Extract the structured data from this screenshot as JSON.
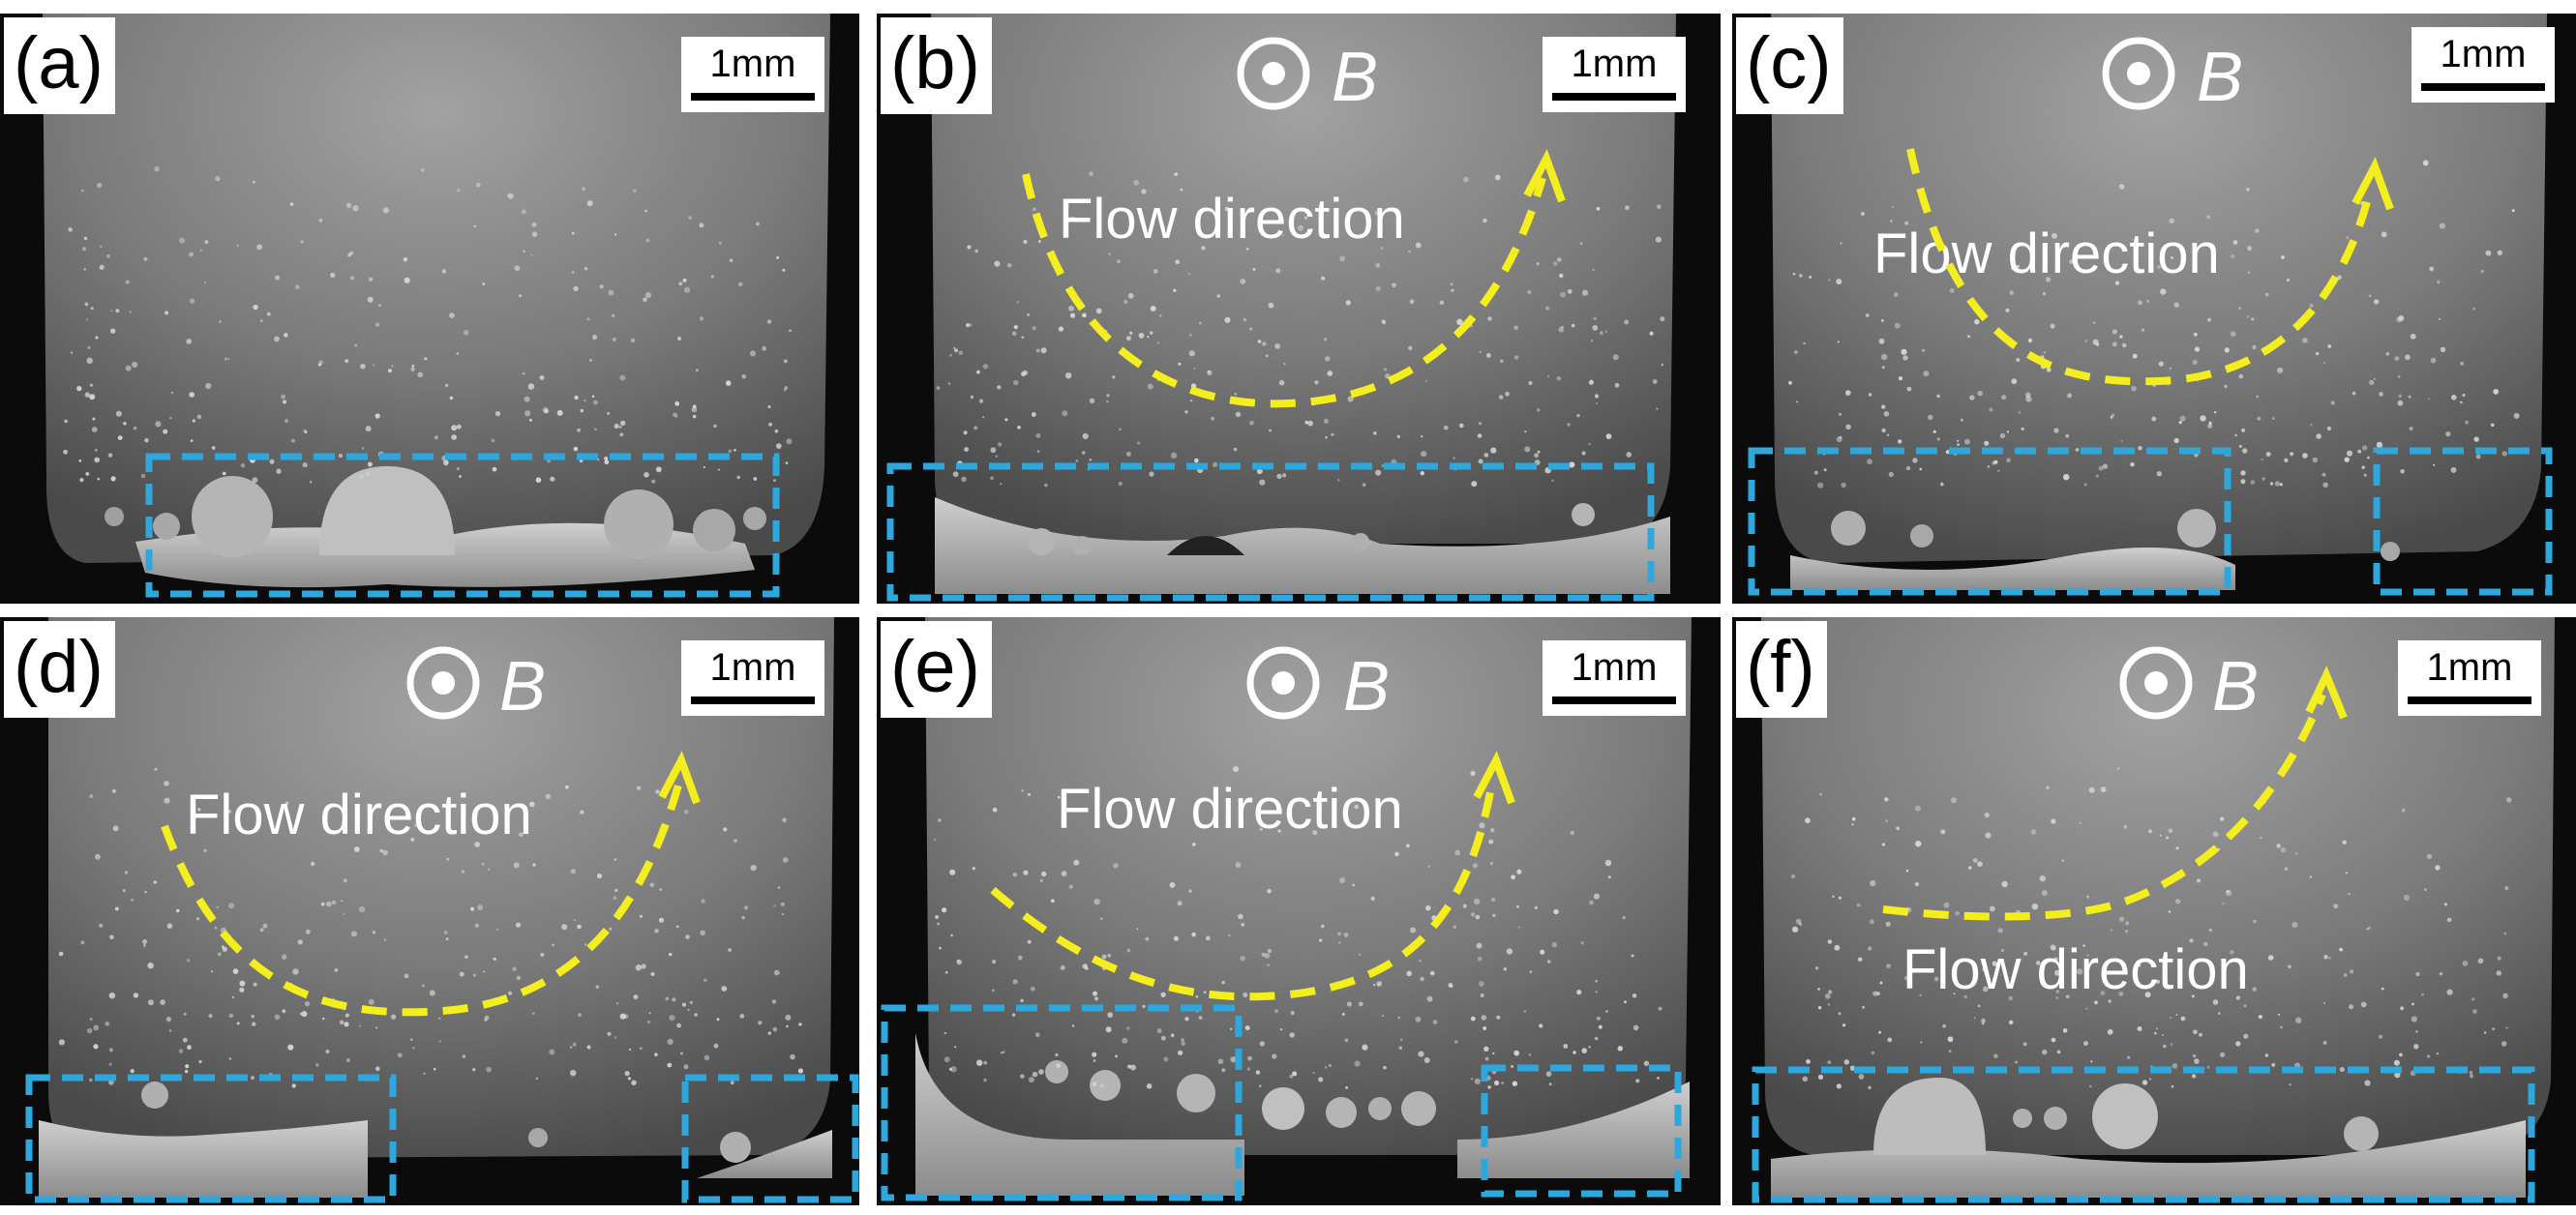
{
  "figure": {
    "scale_label": "1mm",
    "field_symbol": "B",
    "flow_text": "Flow direction",
    "colors": {
      "flow_arrow": "#f4ee1e",
      "region_box": "#2ea7dc",
      "label_bg": "#ffffff"
    },
    "field_icon": "magnetic-field-out-of-page-icon",
    "panels": [
      {
        "label": "(a)",
        "has_field": false,
        "has_flow": false,
        "arrow_shape": "none"
      },
      {
        "label": "(b)",
        "has_field": true,
        "has_flow": true,
        "arrow_shape": "u-curve"
      },
      {
        "label": "(c)",
        "has_field": true,
        "has_flow": true,
        "arrow_shape": "u-curve"
      },
      {
        "label": "(d)",
        "has_field": true,
        "has_flow": true,
        "arrow_shape": "u-curve"
      },
      {
        "label": "(e)",
        "has_field": true,
        "has_flow": true,
        "arrow_shape": "u-curve"
      },
      {
        "label": "(f)",
        "has_field": true,
        "has_flow": true,
        "arrow_shape": "j-curve"
      }
    ]
  }
}
